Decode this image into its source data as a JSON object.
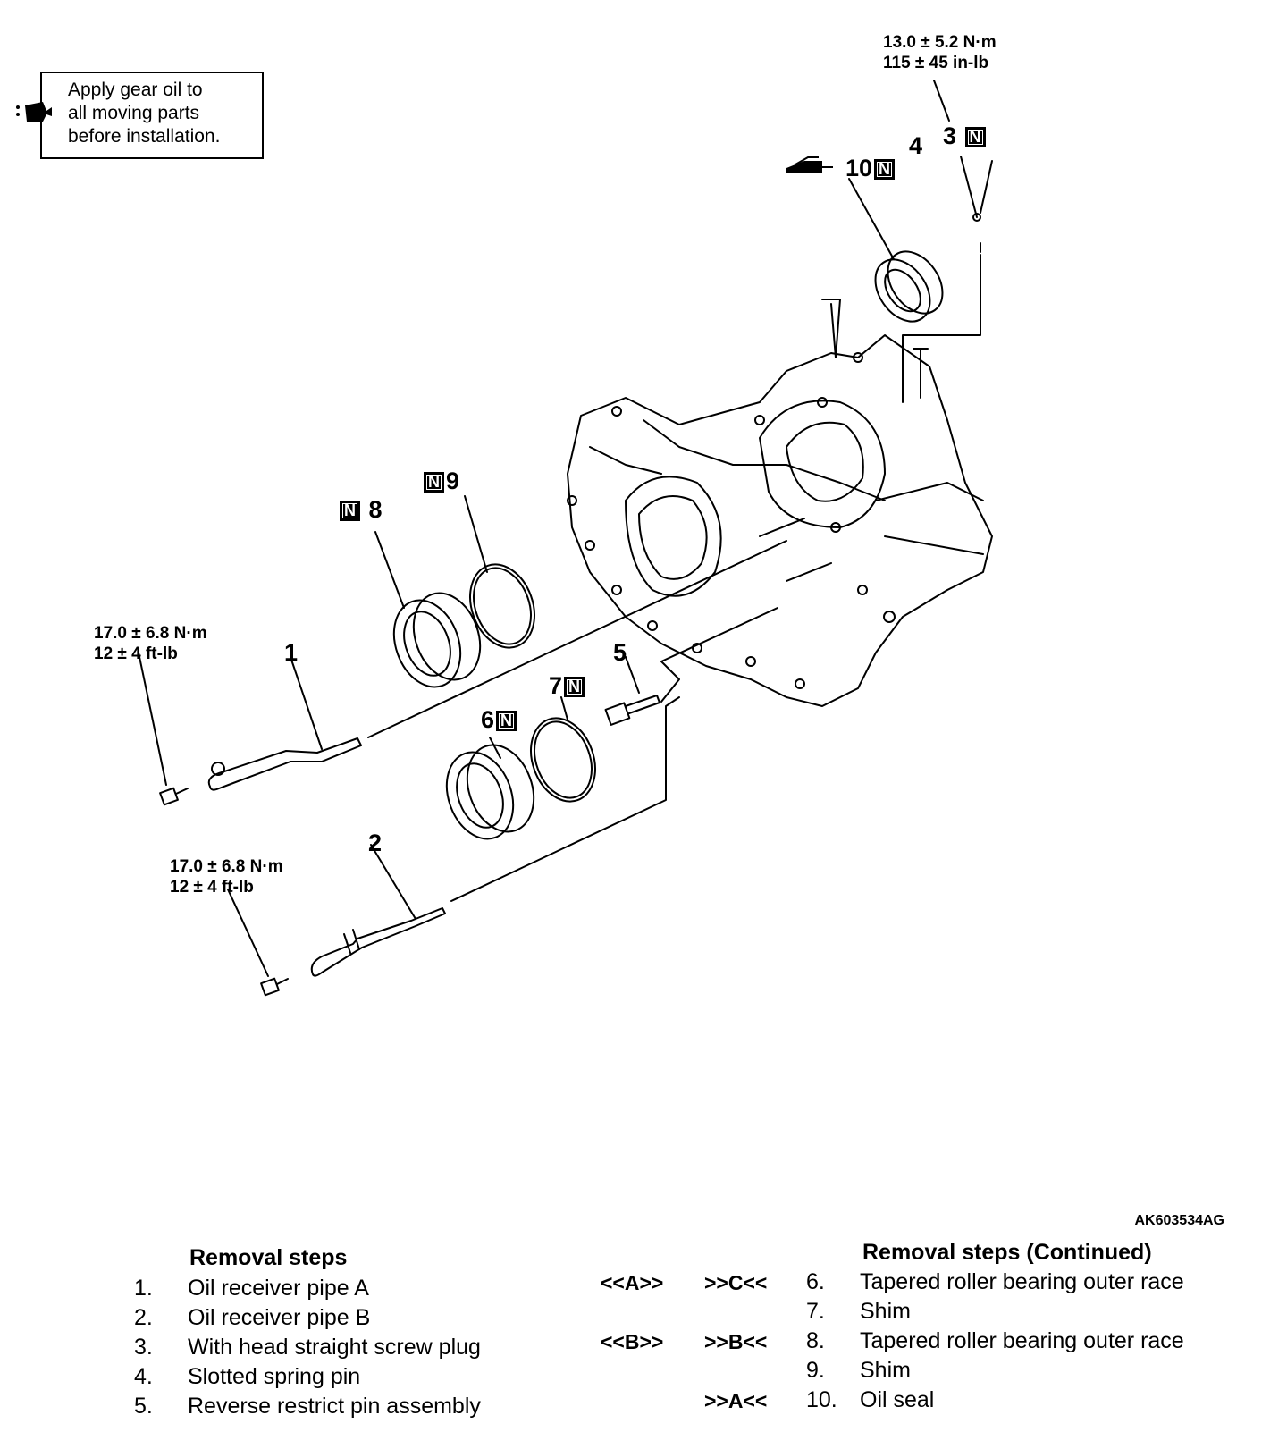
{
  "note": {
    "lines": [
      "Apply gear oil to",
      "all moving parts",
      "before installation."
    ],
    "icon": "oil-can-icon"
  },
  "torque": {
    "top": {
      "line1": "13.0 ± 5.2 N·m",
      "line2": "115 ± 45 in-lb"
    },
    "pipe_a": {
      "line1": "17.0 ± 6.8 N·m",
      "line2": "12 ± 4 ft-lb"
    },
    "pipe_b": {
      "line1": "17.0 ± 6.8 N·m",
      "line2": "12 ± 4 ft-lb"
    }
  },
  "callouts": {
    "c1": "1",
    "c2": "2",
    "c3": "3",
    "c4": "4",
    "c5": "5",
    "c6": "6",
    "c7": "7",
    "c8": "8",
    "c9": "9",
    "c10": "10",
    "new_part_mark": "N"
  },
  "reference_code": "AK603534AG",
  "removal_steps": {
    "title": "Removal steps",
    "items": [
      {
        "num": "1.",
        "label": "Oil receiver pipe A"
      },
      {
        "num": "2.",
        "label": "Oil receiver pipe B"
      },
      {
        "num": "3.",
        "label": "With head straight screw plug"
      },
      {
        "num": "4.",
        "label": "Slotted spring pin"
      },
      {
        "num": "5.",
        "label": "Reverse restrict pin assembly"
      }
    ]
  },
  "removal_steps_continued": {
    "title": "Removal steps (Continued)",
    "items": [
      {
        "code_a": "<<A>>",
        "code_b": ">>C<<",
        "num": "6.",
        "label": "Tapered roller bearing outer race"
      },
      {
        "code_a": "",
        "code_b": "",
        "num": "7.",
        "label": "Shim"
      },
      {
        "code_a": "<<B>>",
        "code_b": ">>B<<",
        "num": "8.",
        "label": "Tapered roller bearing outer race"
      },
      {
        "code_a": "",
        "code_b": "",
        "num": "9.",
        "label": "Shim"
      },
      {
        "code_a": "",
        "code_b": ">>A<<",
        "num": "10.",
        "label": "Oil seal"
      }
    ]
  }
}
